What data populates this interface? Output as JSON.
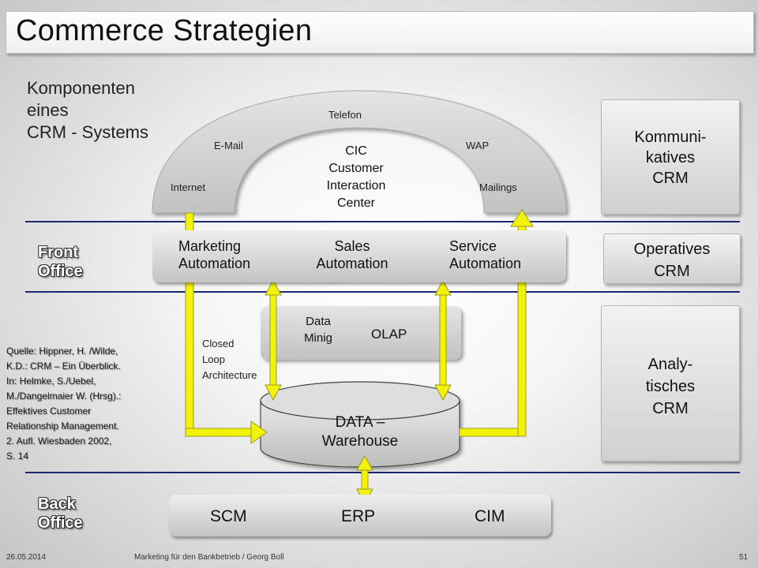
{
  "title": "Commerce  Strategien",
  "komponenten": {
    "line1": "Komponenten",
    "line2": "eines",
    "line3": "CRM - Systems"
  },
  "arch": {
    "channels": {
      "telefon": "Telefon",
      "email": "E-Mail",
      "wap": "WAP",
      "internet": "Internet",
      "mailings": "Mailings"
    },
    "center": {
      "l1": "CIC",
      "l2": "Customer",
      "l3": "Interaction",
      "l4": "Center"
    }
  },
  "front_office": {
    "l1": "Front",
    "l2": "Office"
  },
  "back_office": {
    "l1": "Back",
    "l2": "Office"
  },
  "automation": {
    "marketing": {
      "l1": "Marketing",
      "l2": "Automation"
    },
    "sales": {
      "l1": "Sales",
      "l2": "Automation"
    },
    "service": {
      "l1": "Service",
      "l2": "Automation"
    }
  },
  "analytics": {
    "data_mining": {
      "l1": "Data",
      "l2": "Minig"
    },
    "olap": "OLAP"
  },
  "closed_loop": {
    "l1": "Closed",
    "l2": "Loop",
    "l3": "Architecture"
  },
  "warehouse": {
    "l1": "DATA –",
    "l2": "Warehouse"
  },
  "backend": {
    "scm": "SCM",
    "erp": "ERP",
    "cim": "CIM"
  },
  "right_boxes": {
    "kommunikativ": {
      "l1": "Kommuni-",
      "l2": "katives",
      "l3": "CRM"
    },
    "operativ": {
      "l1": "Operatives",
      "l2": "CRM"
    },
    "analytisch": {
      "l1": "Analy-",
      "l2": "tisches",
      "l3": "CRM"
    }
  },
  "quelle": [
    "Quelle: Hippner, H. /Wilde,",
    "K.D.: CRM – Ein Überblick.",
    "In: Helmke, S./Uebel,",
    "M./Dangelmaier W. (Hrsg).:",
    "Effektives Customer",
    "Relationship Management.",
    "2. Aufl. Wiesbaden 2002,",
    "S. 14"
  ],
  "footer": {
    "date": "26.05.2014",
    "course": "Marketing für den Bankbetrieb / Georg Boll",
    "page": "51"
  },
  "colors": {
    "divider": "#1d2575",
    "arrow": "#f2f20a",
    "arrow_edge": "#9a9a20"
  }
}
